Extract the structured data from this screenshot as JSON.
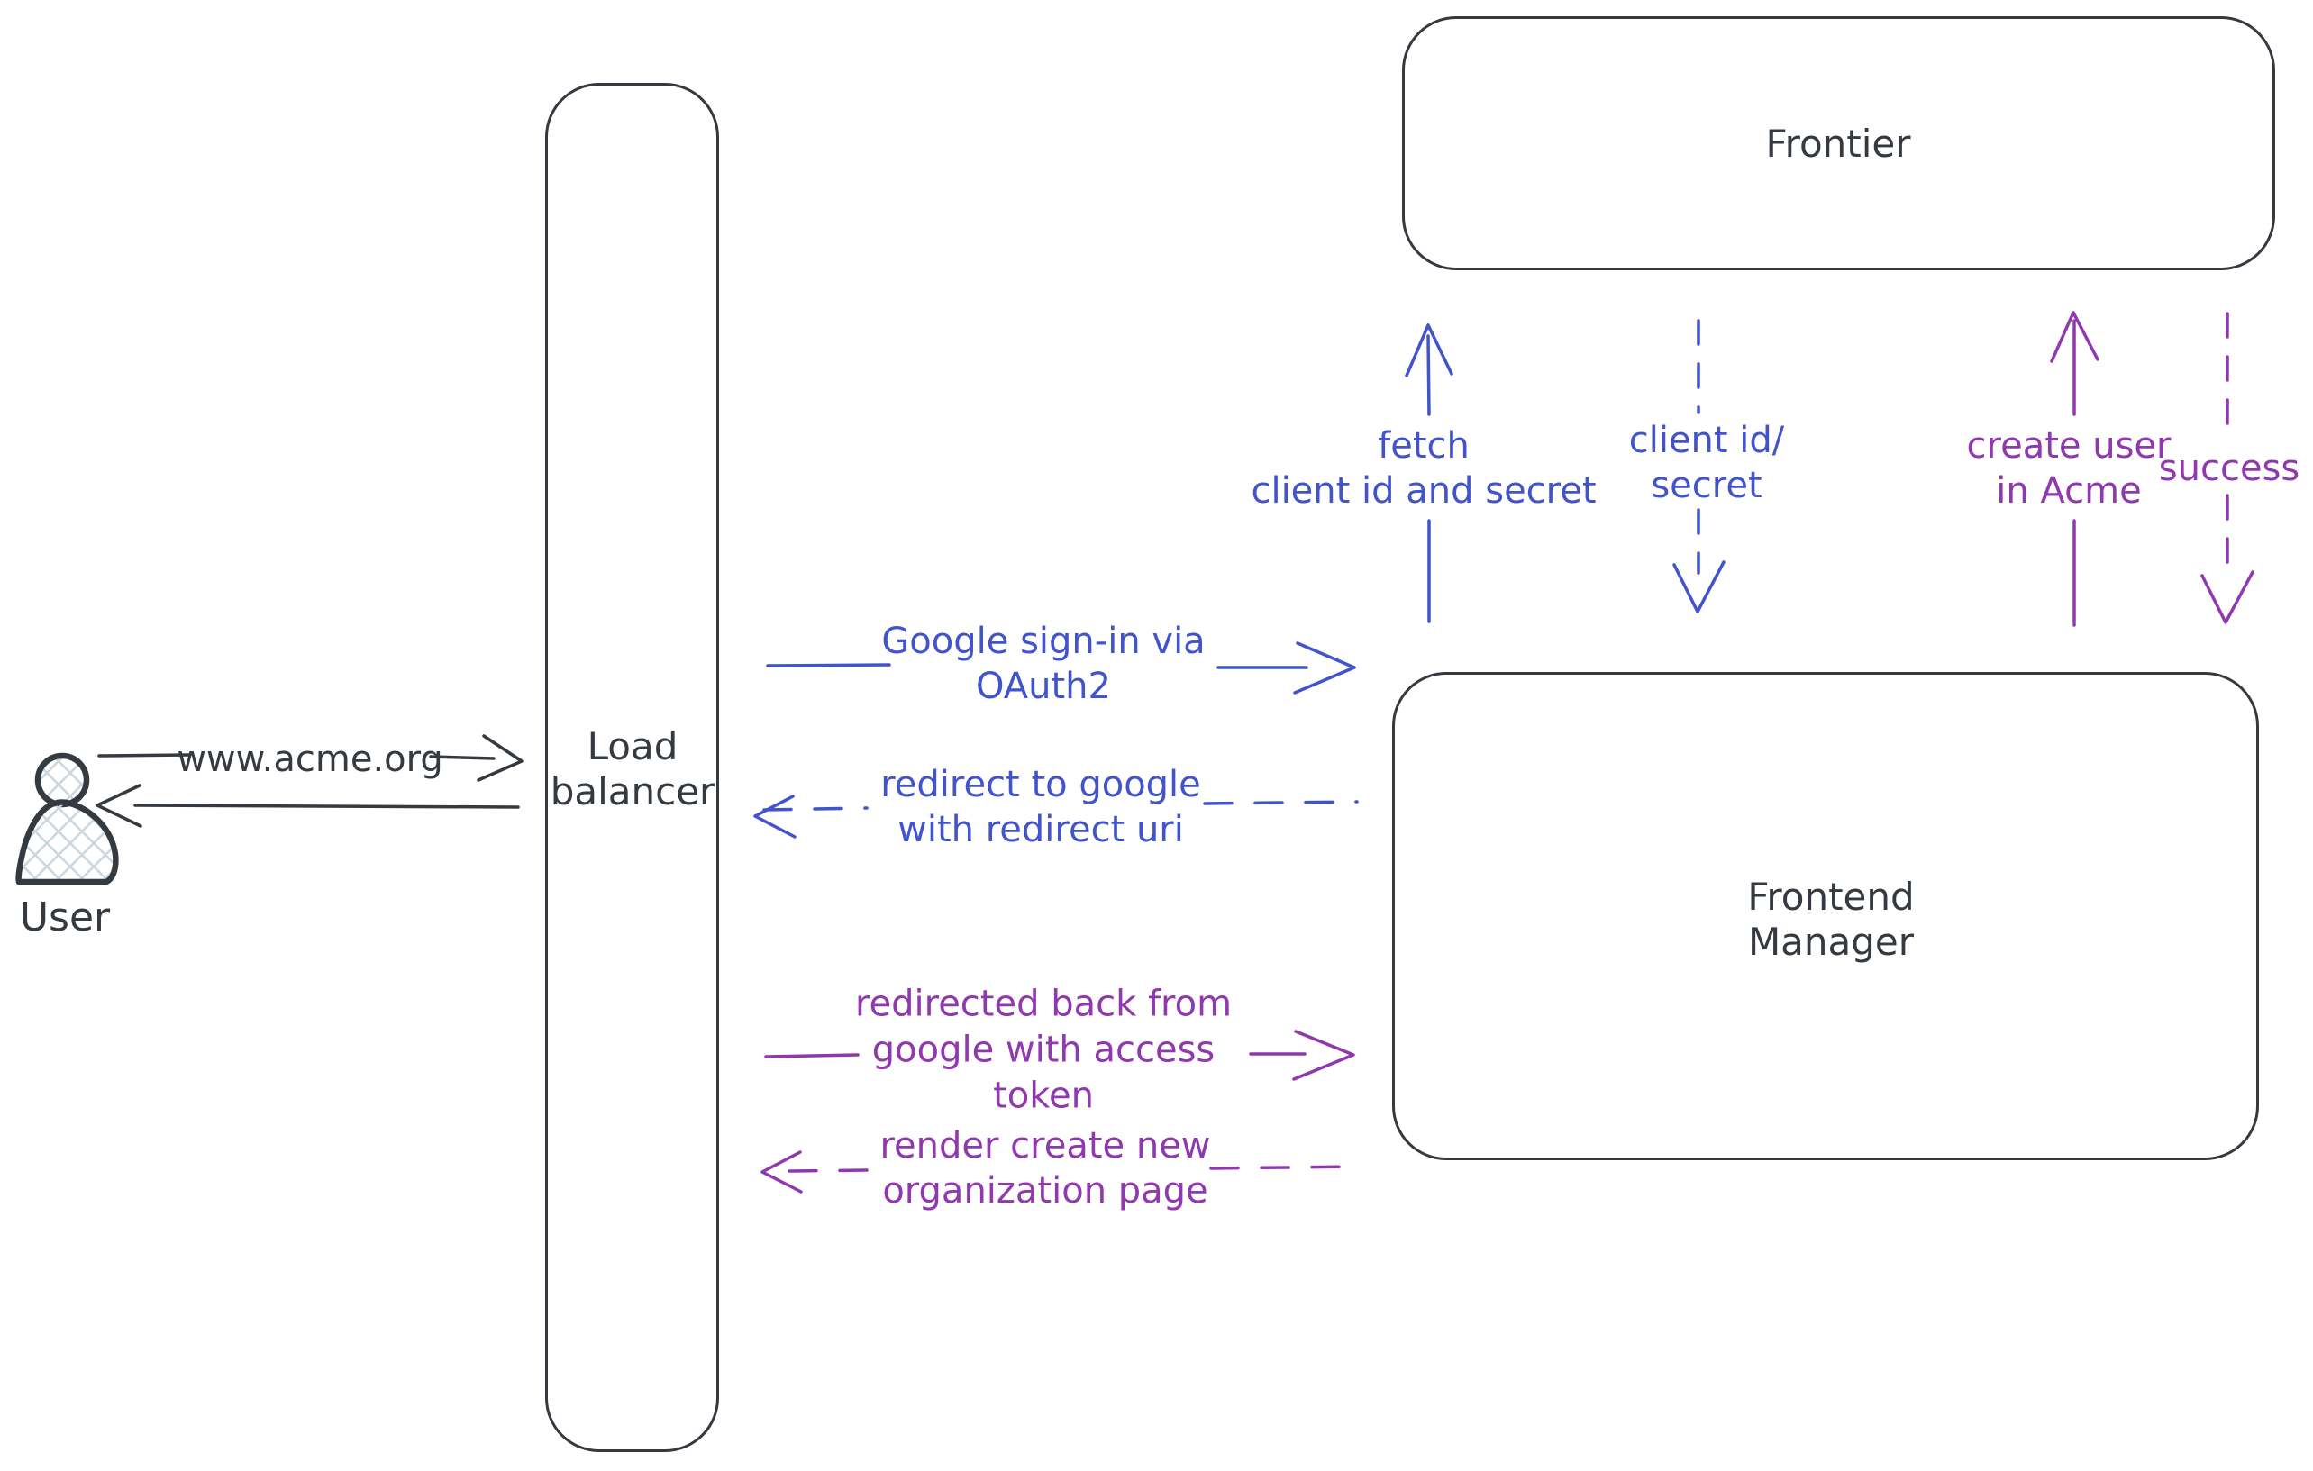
{
  "nodes": {
    "user": {
      "label": "User"
    },
    "load_balancer": {
      "lines": [
        "Load",
        "balancer"
      ]
    },
    "frontier": {
      "label": "Frontier"
    },
    "frontend_manager": {
      "lines": [
        "Frontend",
        "Manager"
      ]
    }
  },
  "edges": {
    "acme_request": {
      "label": "www.acme.org",
      "style": "solid",
      "direction": "user-to-load-balancer"
    },
    "google_signin": {
      "lines": [
        "Google sign-in via",
        "OAuth2"
      ],
      "style": "solid",
      "direction": "load-balancer-to-frontend-manager"
    },
    "redirect_google": {
      "lines": [
        "redirect to google",
        "with redirect uri"
      ],
      "style": "dashed",
      "direction": "frontend-manager-to-load-balancer"
    },
    "redirected_back": {
      "lines": [
        "redirected back from",
        "google with access",
        "token"
      ],
      "style": "solid",
      "direction": "load-balancer-to-frontend-manager"
    },
    "render_org_page": {
      "lines": [
        "render create new",
        "organization page"
      ],
      "style": "dashed",
      "direction": "frontend-manager-to-load-balancer"
    },
    "fetch_secret": {
      "lines": [
        "fetch",
        "client id and secret"
      ],
      "style": "solid",
      "direction": "frontend-manager-to-frontier"
    },
    "client_id_secret": {
      "lines": [
        "client id/",
        "secret"
      ],
      "style": "dashed",
      "direction": "frontier-to-frontend-manager"
    },
    "create_user": {
      "lines": [
        "create user",
        "in Acme"
      ],
      "style": "solid",
      "direction": "frontend-manager-to-frontier"
    },
    "success": {
      "label": "success",
      "style": "dashed",
      "direction": "frontier-to-frontend-manager"
    }
  },
  "colors": {
    "ink": "#343a40",
    "blue": "#4254cb",
    "purple": "#9038ae",
    "hatch": "#ccd6de",
    "background": "#ffffff"
  }
}
